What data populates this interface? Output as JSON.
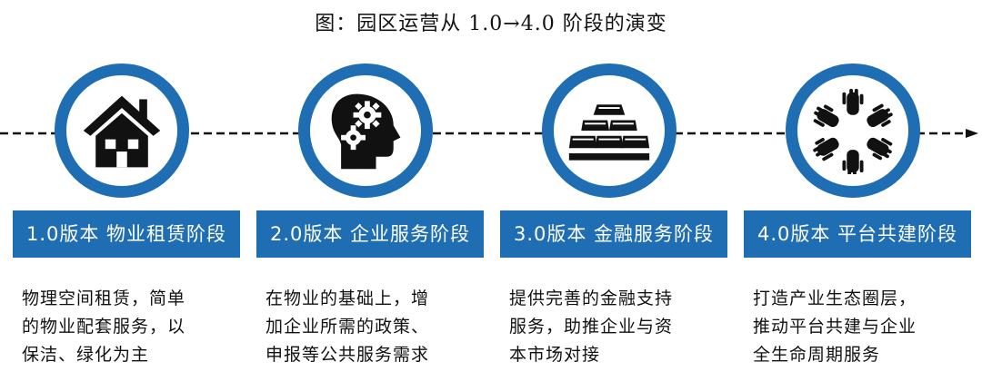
{
  "title": "图：园区运营从 1.0→4.0 阶段的演变",
  "stages": [
    {
      "label": "1.0版本  物业租赁阶段",
      "desc": [
        "物理空间租赁，简单",
        "的物业配套服务，以",
        "保洁、绿化为主"
      ]
    },
    {
      "label": "2.0版本  企业服务阶段",
      "desc": [
        "在物业的基础上，增",
        "加企业所需的政策、",
        "申报等公共服务需求"
      ]
    },
    {
      "label": "3.0版本  金融服务阶段",
      "desc": [
        "提供完善的金融支持",
        "服务，助推企业与资",
        "本市场对接"
      ]
    },
    {
      "label": "4.0版本  平台共建阶段",
      "desc": [
        "打造产业生态圈层，",
        "推动平台共建与企业",
        "全生命周期服务"
      ]
    }
  ],
  "colors": {
    "accent": "#1f6eb4",
    "icon": "#111111"
  },
  "icons": [
    "house-icon",
    "head-gears-icon",
    "gold-bars-icon",
    "hands-together-icon"
  ]
}
